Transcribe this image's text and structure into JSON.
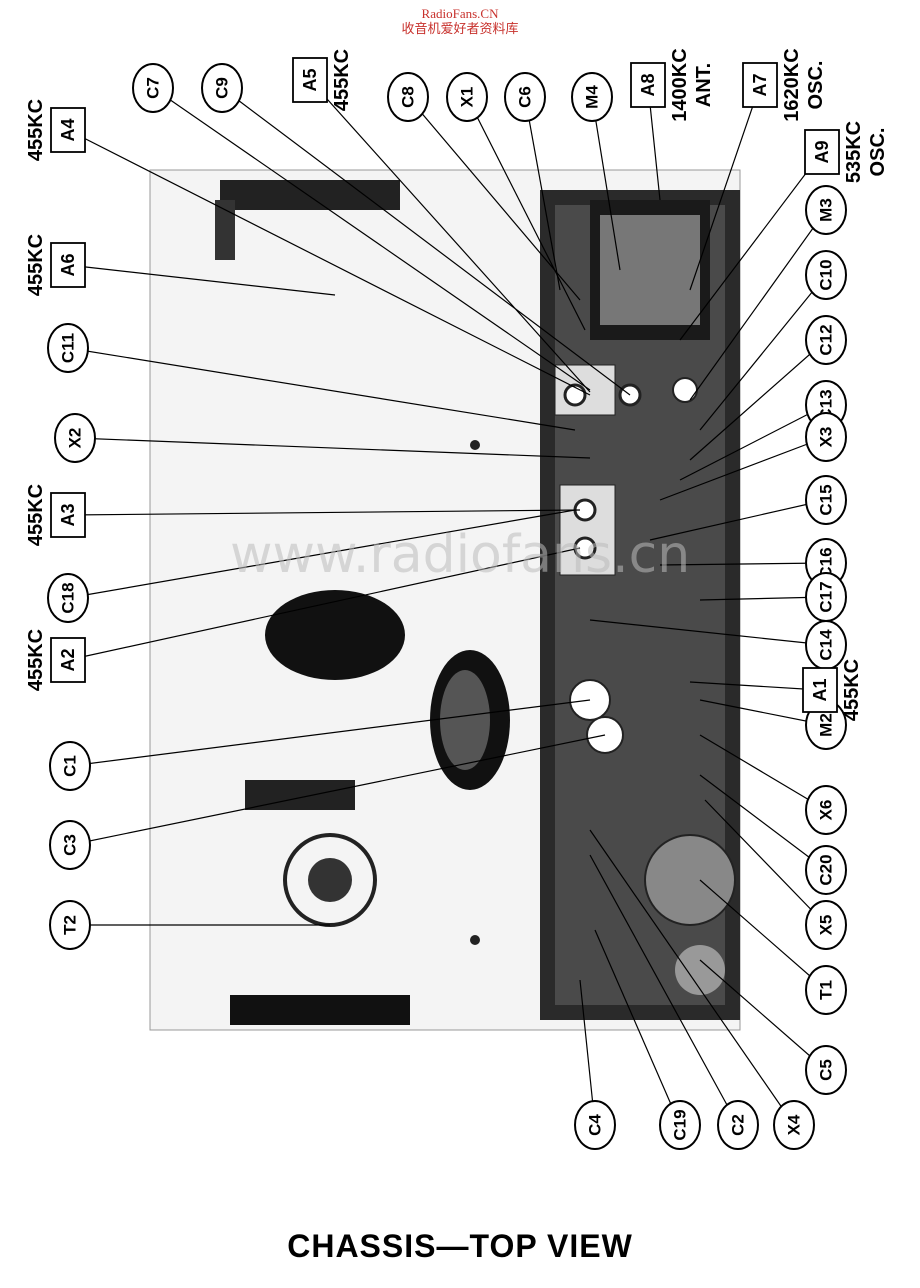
{
  "watermark": {
    "line1": "RadioFans.CN",
    "line2": "收音机爱好者资料库",
    "center": "www.radiofans.cn"
  },
  "caption": "CHASSIS—TOP VIEW",
  "circle_labels": [
    {
      "id": "C7",
      "text": "C7"
    },
    {
      "id": "C9",
      "text": "C9"
    },
    {
      "id": "C8",
      "text": "C8"
    },
    {
      "id": "X1",
      "text": "X1"
    },
    {
      "id": "C6",
      "text": "C6"
    },
    {
      "id": "M4",
      "text": "M4"
    },
    {
      "id": "M3",
      "text": "M3"
    },
    {
      "id": "C10",
      "text": "C10"
    },
    {
      "id": "C12",
      "text": "C12"
    },
    {
      "id": "C13",
      "text": "C13"
    },
    {
      "id": "X3",
      "text": "X3"
    },
    {
      "id": "C15",
      "text": "C15"
    },
    {
      "id": "C16",
      "text": "C16"
    },
    {
      "id": "C17",
      "text": "C17"
    },
    {
      "id": "C14",
      "text": "C14"
    },
    {
      "id": "M2",
      "text": "M2"
    },
    {
      "id": "X6",
      "text": "X6"
    },
    {
      "id": "C20",
      "text": "C20"
    },
    {
      "id": "X5",
      "text": "X5"
    },
    {
      "id": "T1",
      "text": "T1"
    },
    {
      "id": "C5",
      "text": "C5"
    },
    {
      "id": "X4",
      "text": "X4"
    },
    {
      "id": "C2",
      "text": "C2"
    },
    {
      "id": "C19",
      "text": "C19"
    },
    {
      "id": "C4",
      "text": "C4"
    },
    {
      "id": "C11",
      "text": "C11"
    },
    {
      "id": "X2",
      "text": "X2"
    },
    {
      "id": "C18",
      "text": "C18"
    },
    {
      "id": "C1",
      "text": "C1"
    },
    {
      "id": "C3",
      "text": "C3"
    },
    {
      "id": "T2",
      "text": "T2"
    }
  ],
  "box_labels": [
    {
      "id": "A4",
      "text": "A4",
      "freq": [
        "455KC"
      ]
    },
    {
      "id": "A6",
      "text": "A6",
      "freq": [
        "455KC"
      ]
    },
    {
      "id": "A3",
      "text": "A3",
      "freq": [
        "455KC"
      ]
    },
    {
      "id": "A2",
      "text": "A2",
      "freq": [
        "455KC"
      ]
    },
    {
      "id": "A5",
      "text": "A5",
      "freq": [
        "455KC"
      ]
    },
    {
      "id": "A8",
      "text": "A8",
      "freq": [
        "1400KC",
        "ANT."
      ]
    },
    {
      "id": "A7",
      "text": "A7",
      "freq": [
        "1620KC",
        "OSC."
      ]
    },
    {
      "id": "A9",
      "text": "A9",
      "freq": [
        "535KC",
        "OSC."
      ]
    },
    {
      "id": "A1",
      "text": "A1",
      "freq": [
        "455KC"
      ]
    }
  ]
}
